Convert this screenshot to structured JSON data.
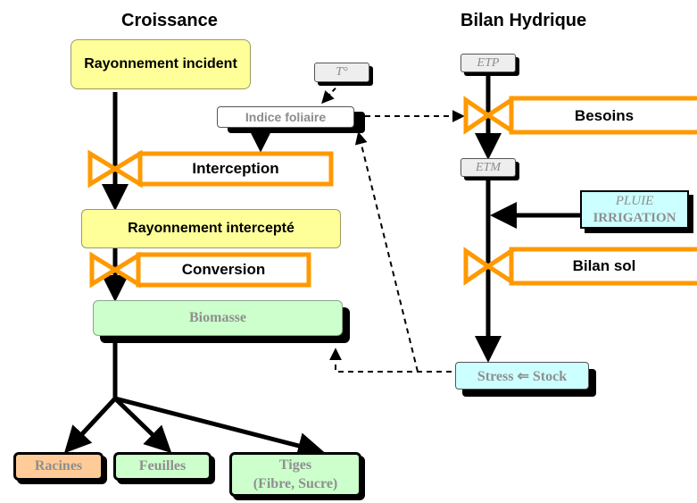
{
  "titles": {
    "croissance": "Croissance",
    "bilan_hydrique": "Bilan Hydrique"
  },
  "croissance": {
    "rayonnement_incident": "Rayonnement incident",
    "interception": "Interception",
    "rayonnement_intercepte": "Rayonnement intercepté",
    "conversion": "Conversion",
    "biomasse": "Biomasse",
    "indice_foliaire": "Indice foliaire",
    "temperature": "T°"
  },
  "organes": {
    "racines": "Racines",
    "feuilles": "Feuilles",
    "tiges_line1": "Tiges",
    "tiges_line2": "(Fibre, Sucre)"
  },
  "bilan": {
    "etp": "ETP",
    "besoins": "Besoins",
    "etm": "ETM",
    "pluie": "PLUIE",
    "irrigation": "IRRIGATION",
    "bilan_sol": "Bilan sol",
    "stress_stock": "Stress ⇐ Stock"
  },
  "colors": {
    "orange": "#ff9900",
    "yellow_box": "#ffff99",
    "green_box": "#ccffcc",
    "cyan_box": "#ccffff",
    "racines_box": "#ffcc99",
    "grey_text": "#8f8f8f"
  }
}
